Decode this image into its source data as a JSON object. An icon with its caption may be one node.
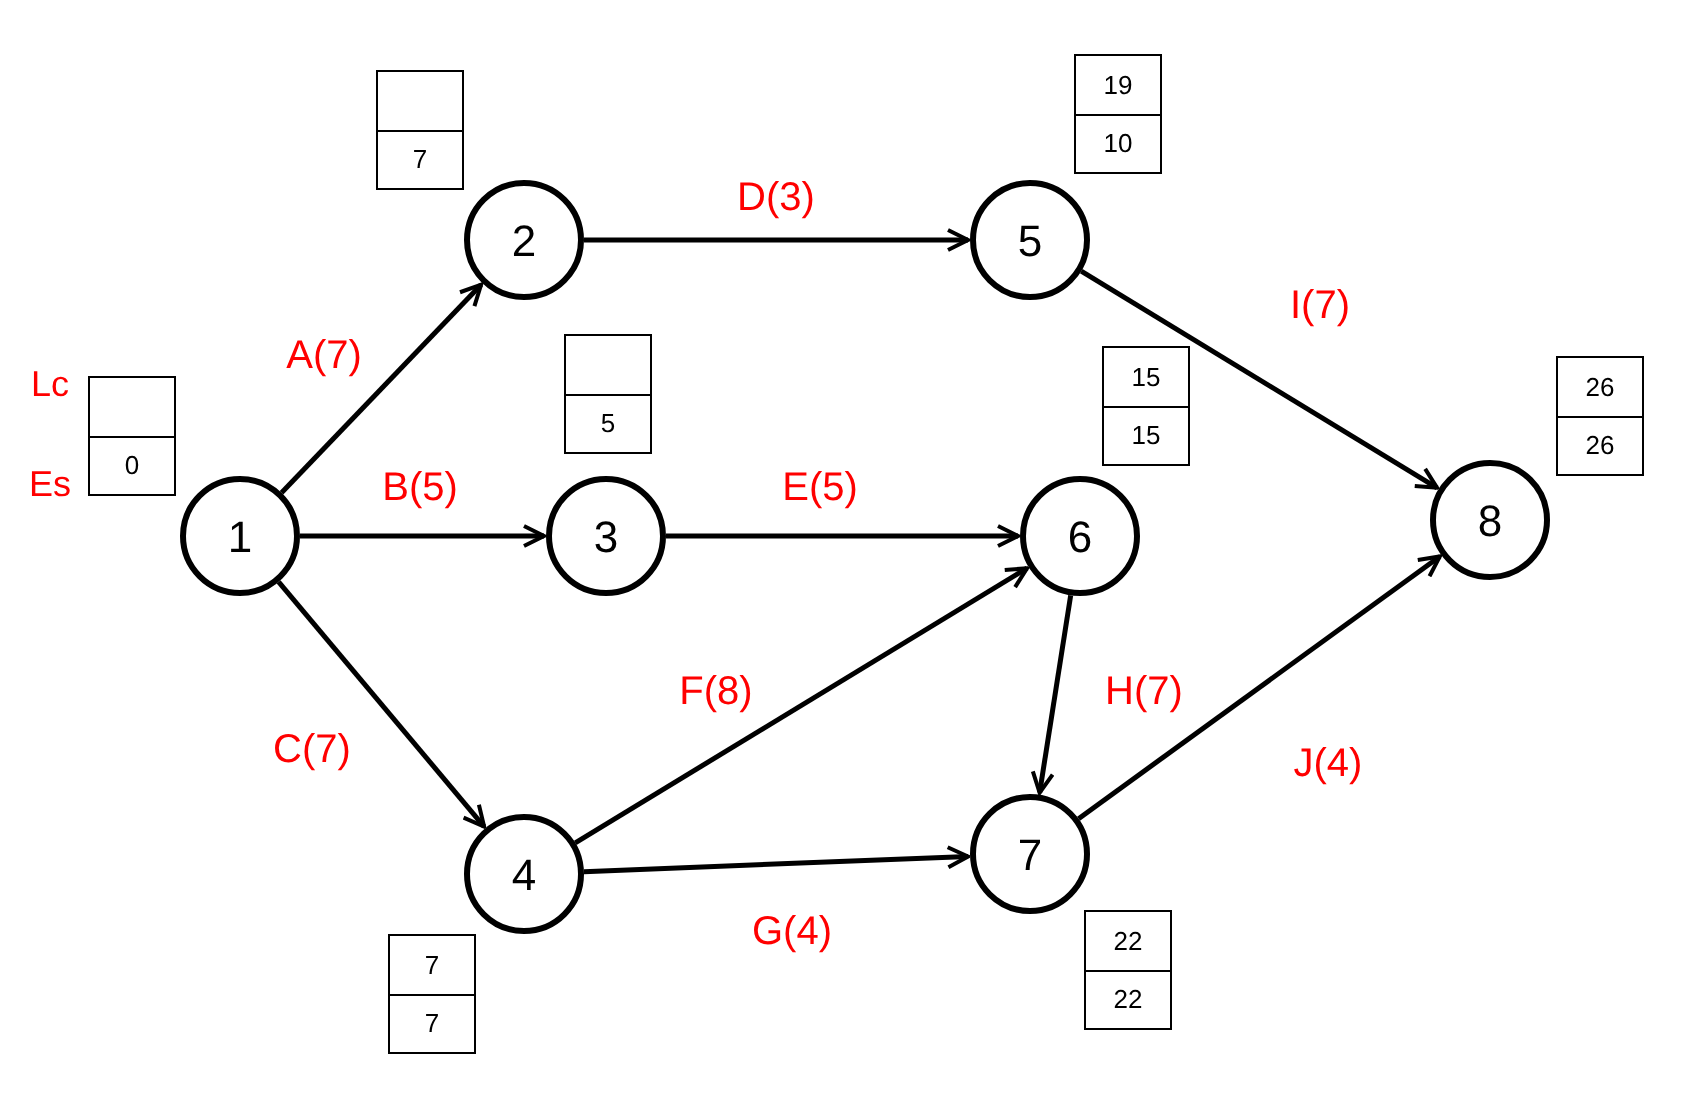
{
  "diagram": {
    "nodes": [
      {
        "text": [
          "1"
        ]
      },
      {
        "text": [
          "2"
        ]
      },
      {
        "text": [
          "3"
        ]
      },
      {
        "text": [
          "4"
        ]
      },
      {
        "text": [
          "5"
        ]
      },
      {
        "text": [
          "6"
        ]
      },
      {
        "text": [
          "7"
        ]
      },
      {
        "text": [
          "8"
        ]
      },
      {
        "text": [],
        "shape": "box"
      },
      {
        "text": [
          "0"
        ]
      },
      {
        "text": [],
        "shape": "box"
      },
      {
        "text": [
          "7"
        ]
      },
      {
        "text": [],
        "shape": "box"
      },
      {
        "text": [
          "5"
        ]
      },
      {
        "text": [
          "7"
        ]
      },
      {
        "text": [
          "7"
        ]
      },
      {
        "text": [
          "19"
        ]
      },
      {
        "text": [
          "10"
        ]
      },
      {
        "text": [
          "15"
        ]
      },
      {
        "text": [
          "15"
        ]
      },
      {
        "text": [
          "22"
        ]
      },
      {
        "text": [
          "22"
        ]
      },
      {
        "text": [
          "26"
        ]
      },
      {
        "text": [
          "26"
        ]
      }
    ],
    "edges": [
      {
        "from": 0,
        "to": 1,
        "arrow": "to",
        "label": "A(7)"
      },
      {
        "from": 0,
        "to": 2,
        "arrow": "to",
        "label": "B(5)"
      },
      {
        "from": 0,
        "to": 3,
        "arrow": "to",
        "label": "C(7)"
      },
      {
        "from": 1,
        "to": 4,
        "arrow": "to",
        "label": "D(3)"
      },
      {
        "from": 2,
        "to": 5,
        "arrow": "to",
        "label": "E(5)"
      },
      {
        "from": 3,
        "to": 5,
        "arrow": "to",
        "label": "F(8)"
      },
      {
        "from": 3,
        "to": 6,
        "arrow": "to",
        "label": "G(4)"
      },
      {
        "from": 5,
        "to": 6,
        "arrow": "to",
        "label": "H(7)"
      },
      {
        "from": 4,
        "to": 7,
        "arrow": "to",
        "label": "I(7)"
      },
      {
        "from": 6,
        "to": 7,
        "arrow": "to",
        "label": "J(4)"
      }
    ],
    "labels": [
      "Lc",
      "Es"
    ]
  }
}
